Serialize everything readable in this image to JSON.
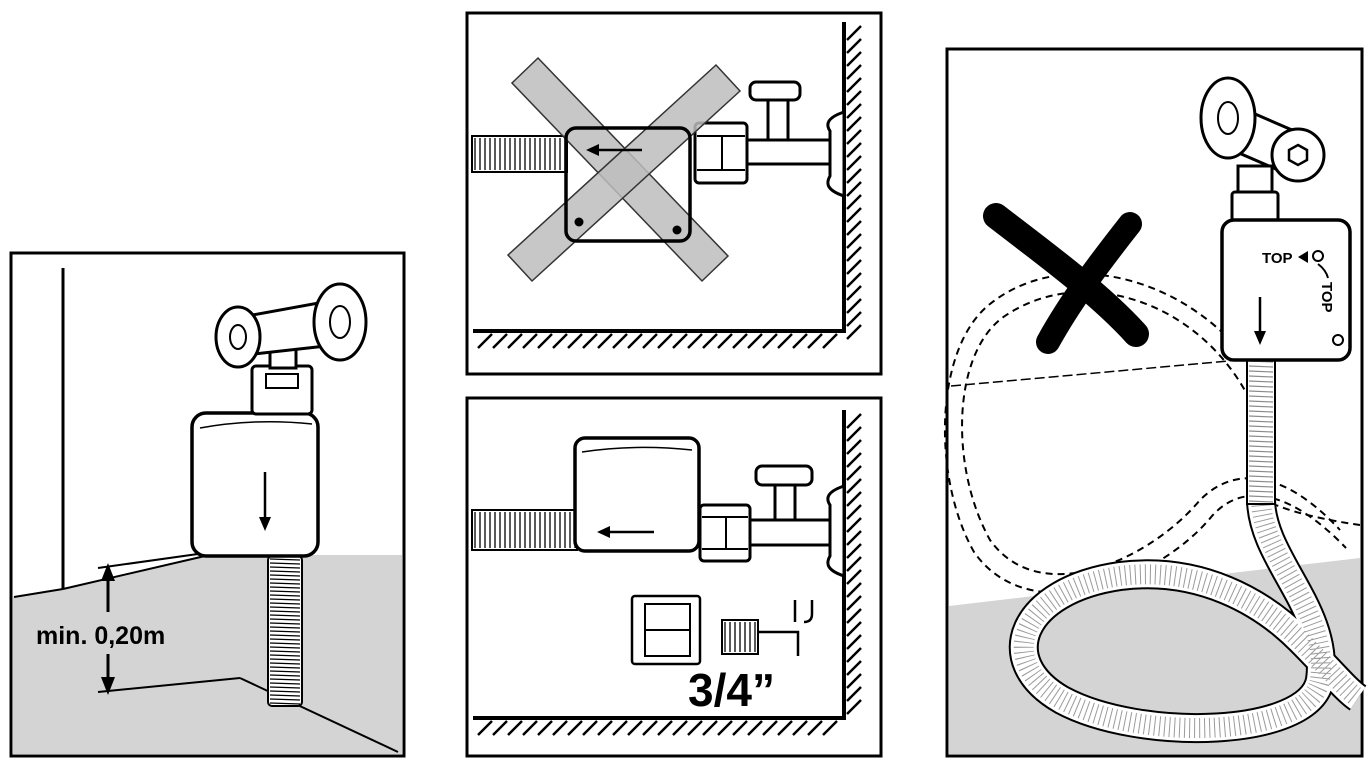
{
  "left_panel": {
    "height_label": "min. 0,20m"
  },
  "middle_bottom_panel": {
    "thread_label": "3/4”"
  },
  "right_panel": {
    "top_label_horizontal": "TOP",
    "top_label_vertical": "TOP"
  },
  "colors": {
    "floor": "#d4d4d4",
    "cross_band": "#bdbdbd",
    "ink": "#000000"
  }
}
